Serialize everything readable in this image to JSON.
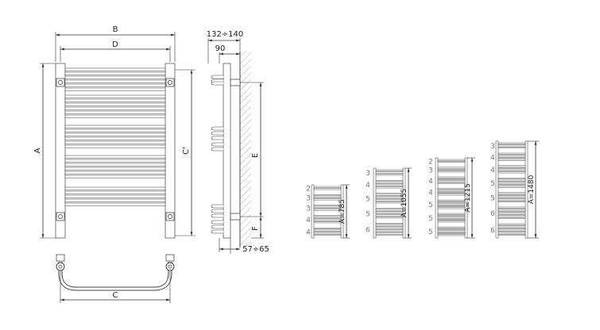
{
  "front": {
    "dim_b": "B",
    "dim_d": "D",
    "dim_a": "A",
    "dim_c_prime": "C'",
    "dim_c": "C"
  },
  "side": {
    "depth_range": "132÷140",
    "depth_90": "90",
    "dim_e": "E",
    "dim_f": "F",
    "offset_range": "57÷65"
  },
  "variants": [
    {
      "height_label": "A=785",
      "groups": [
        "2",
        "3",
        "3",
        "4",
        "4"
      ]
    },
    {
      "height_label": "A=1055",
      "groups": [
        "3",
        "4",
        "5",
        "5",
        "6"
      ]
    },
    {
      "height_label": "A=1215",
      "groups": [
        "2",
        "3",
        "4",
        "4",
        "5",
        "5",
        "5"
      ]
    },
    {
      "height_label": "A=1480",
      "groups": [
        "3",
        "4",
        "4",
        "5",
        "5",
        "6",
        "6"
      ]
    }
  ]
}
